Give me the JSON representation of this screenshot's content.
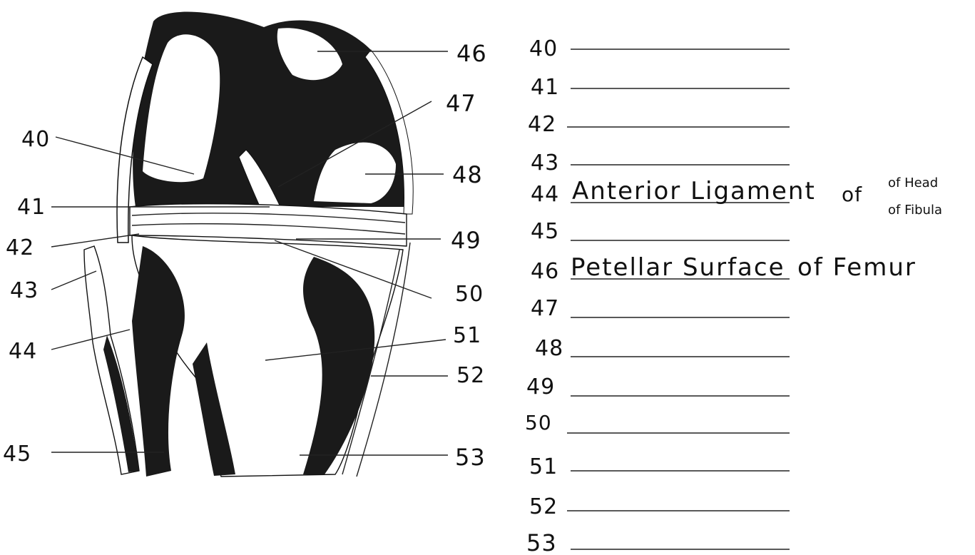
{
  "figure_labels": {
    "left": [
      "40",
      "41",
      "42",
      "43",
      "44",
      "45"
    ],
    "right": [
      "46",
      "47",
      "48",
      "49",
      "50",
      "51",
      "52",
      "53"
    ]
  },
  "answer_sheet": [
    {
      "num": "40",
      "answer": ""
    },
    {
      "num": "41",
      "answer": ""
    },
    {
      "num": "42",
      "answer": ""
    },
    {
      "num": "43",
      "answer": ""
    },
    {
      "num": "44",
      "answer_main": "Anterior  Ligament",
      "answer_small_1": "of Head",
      "answer_small_2": "of Fibula"
    },
    {
      "num": "45",
      "answer": ""
    },
    {
      "num": "46",
      "answer_main": "Petellar  Surface",
      "answer_tail": "of  Femur"
    },
    {
      "num": "47",
      "answer": ""
    },
    {
      "num": "48",
      "answer": ""
    },
    {
      "num": "49",
      "answer": ""
    },
    {
      "num": "50",
      "answer": ""
    },
    {
      "num": "51",
      "answer": ""
    },
    {
      "num": "52",
      "answer": ""
    },
    {
      "num": "53",
      "answer": ""
    }
  ],
  "colors": {
    "ink": "#111111",
    "paper": "#ffffff"
  }
}
